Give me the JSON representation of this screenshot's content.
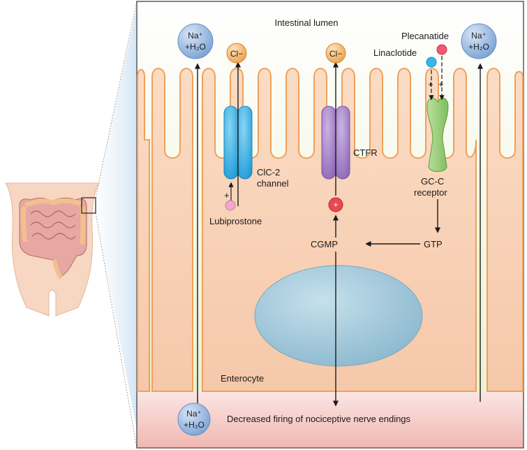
{
  "labels": {
    "lumen": "Intestinal lumen",
    "enterocyte": "Enterocyte",
    "nerve": "Decreased firing of nociceptive nerve endings",
    "cl_left": "Cl−",
    "cl_right": "Cl−",
    "na_left_top": "Na⁺",
    "na_left_bot": "+H₂O",
    "na_right_top": "Na⁺",
    "na_right_bot": "+H₂O",
    "na_bottom_top": "Na⁺",
    "na_bottom_bot": "+H₂O",
    "clc2_line1": "ClC-2",
    "clc2_line2": "channel",
    "cftr": "CTFR",
    "gcc_line1": "GC-C",
    "gcc_line2": "receptor",
    "lubiprostone": "Lubiprostone",
    "linaclotide": "Linaclotide",
    "plecanatide": "Plecanatide",
    "cgmp": "CGMP",
    "gtp": "GTP",
    "plus_sign": "+",
    "plus_lubi": "+",
    "plus_lina": "+",
    "plus_pleca": "+"
  },
  "colors": {
    "lumen_bg": "#eef3d8",
    "cell_fill": "#f8d2b6",
    "cell_edge": "#f0a05a",
    "nerve_bg": "#f4c9c4",
    "clc2_channel": "#3ab4e6",
    "cftr_channel": "#a683c7",
    "gcc_receptor": "#9ccf7d",
    "nucleus": "#9cc6da",
    "ion_na": "#8fb4e2",
    "ion_cl": "#f5c07a",
    "drug_lubiprostone": "#f3a7cf",
    "drug_linaclotide": "#38b6ea",
    "drug_plecanatide": "#f05a6e",
    "cgmp_plus": "#e8484f"
  },
  "icons": {
    "inset": "lower-torso-intestine-icon",
    "nucleus": "cell-nucleus-icon"
  }
}
